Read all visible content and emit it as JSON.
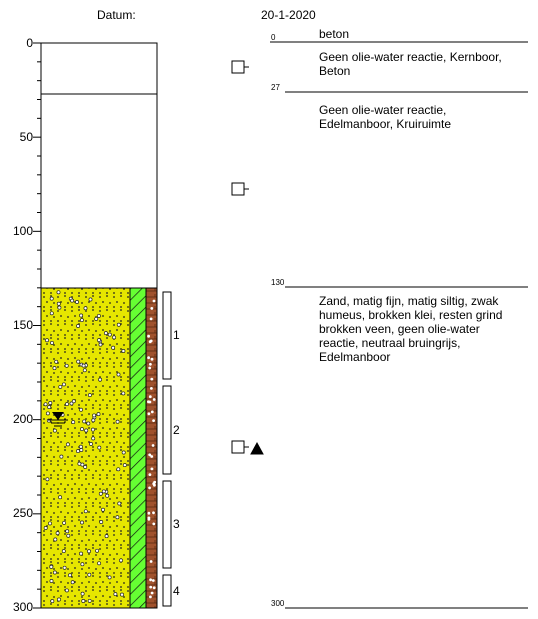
{
  "header": {
    "datum_label": "Datum:",
    "date": "20-1-2020"
  },
  "depth_axis": {
    "ticks": [
      "0",
      "50",
      "100",
      "150",
      "200",
      "250",
      "300"
    ]
  },
  "samples": [
    "1",
    "2",
    "3",
    "4"
  ],
  "layers": [
    {
      "depth": "0",
      "description": "beton"
    },
    {
      "depth": "",
      "description": "Geen olie-water reactie, Kernboor,\nBeton"
    },
    {
      "depth": "27",
      "description": "Geen olie-water reactie,\nEdelmanboor,  Kruiruimte"
    },
    {
      "depth": "130",
      "description": "Zand, matig fijn, matig siltig, zwak\nhumeus, brokken klei, resten grind\nbrokken veen, geen olie-water\nreactie, neutraal bruingrijs,\nEdelmanboor"
    },
    {
      "depth": "300",
      "description": ""
    }
  ],
  "colors": {
    "sand": "#e6e600",
    "green": "#66ff33",
    "brown": "#a0522d"
  }
}
